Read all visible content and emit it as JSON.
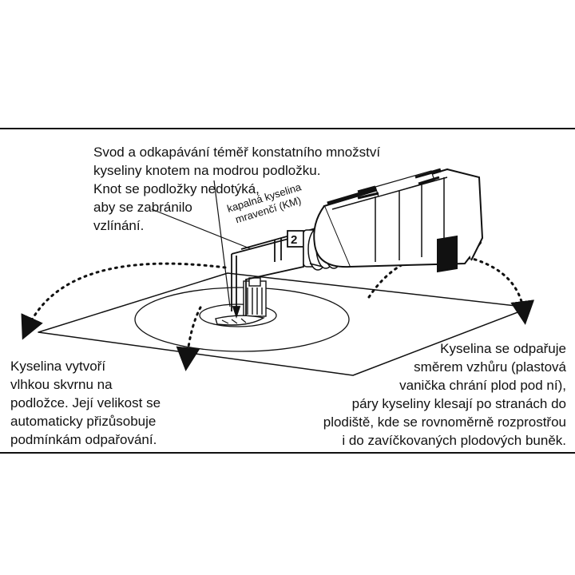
{
  "texts": {
    "top_left_lines": [
      "Svod a odkapávání téměř konstatního množství",
      "kyseliny knotem na modrou podložku.",
      "Knot se podložky nedotýká,",
      "aby se zabránilo",
      "vzlínání."
    ],
    "bottom_left_lines": [
      "Kyselina vytvoří",
      "vlhkou skvrnu na",
      "podložce. Její velikost se",
      "automaticky přizůsobuje",
      "podmínkám odpařování."
    ],
    "bottom_right_lines": [
      "Kyselina se odpařuje",
      "směrem vzhůru (plastová",
      "vanička chrání plod pod ní),",
      "páry kyseliny klesají po stranách do",
      "plodiště, kde se rovnoměrně rozprostřou",
      "i do zavíčkovaných plodových buněk."
    ]
  },
  "device_label_lines": [
    "kapalná kyselina",
    "mravenčí (KM)"
  ],
  "device_digit": "2",
  "colors": {
    "ink": "#111111",
    "background": "#ffffff"
  }
}
